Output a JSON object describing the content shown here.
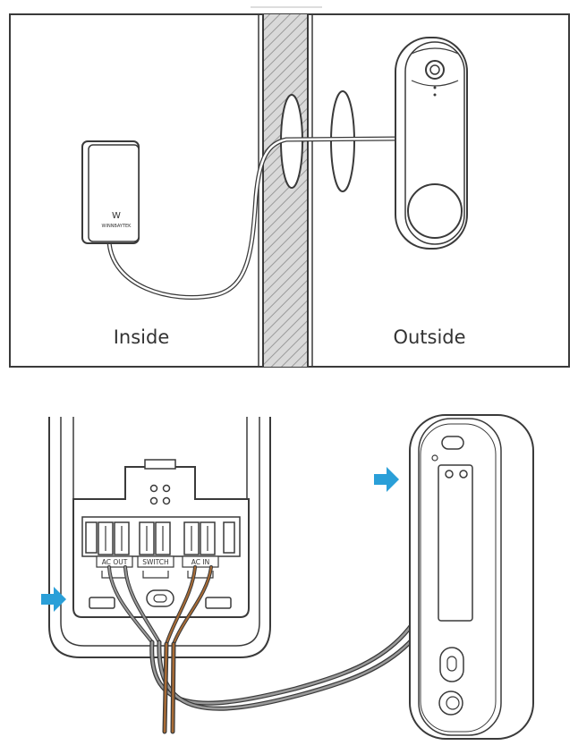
{
  "top_panel": {
    "inside_label": "Inside",
    "outside_label": "Outside",
    "transformer_logo": "W",
    "transformer_brand": "WINNBAYTEK"
  },
  "terminal_block": {
    "left_label": "AC   OUT",
    "middle_label": "SWITCH",
    "right_label": "AC   IN"
  },
  "colors": {
    "line": "#3a3a3a",
    "arrow": "#2a9fd8",
    "wire_gray": "#8c8c8c",
    "wire_brown": "#8a5a2b",
    "wall_hatch": "#9a9a9a"
  }
}
